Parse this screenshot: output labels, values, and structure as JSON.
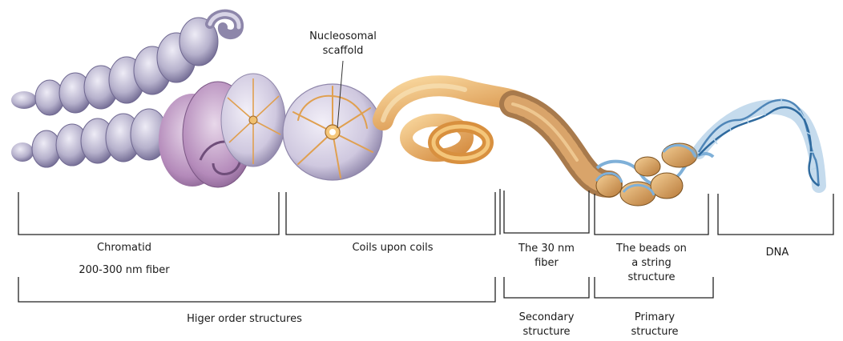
{
  "annotation": {
    "line1": "Nucleosomal",
    "line2": "scaffold"
  },
  "segments": {
    "chromatid": {
      "line1": "Chromatid",
      "line2": "200-300 nm fiber"
    },
    "coils": {
      "line1": "Coils upon coils"
    },
    "fiber30": {
      "line1": "The 30 nm",
      "line2": "fiber"
    },
    "beads": {
      "line1": "The beads on",
      "line2": "a string",
      "line3": "structure"
    },
    "dna": {
      "line1": "DNA"
    }
  },
  "groups": {
    "higher": {
      "line1": "Higer order structures"
    },
    "secondary": {
      "line1": "Secondary",
      "line2": "structure"
    },
    "primary": {
      "line1": "Primary",
      "line2": "structure"
    }
  },
  "colors": {
    "chromatid_coil": "#b6b1cc",
    "chromatid_dark": "#6e6790",
    "coil_pink": "#c4a0c0",
    "scaffold_disc": "#d5d0e2",
    "scaffold_spoke": "#e0a050",
    "fiber_orange": "#e4a55e",
    "fiber_brown": "#a87a4c",
    "dna_blue": "#7fb0d8",
    "bracket": "#222222"
  }
}
